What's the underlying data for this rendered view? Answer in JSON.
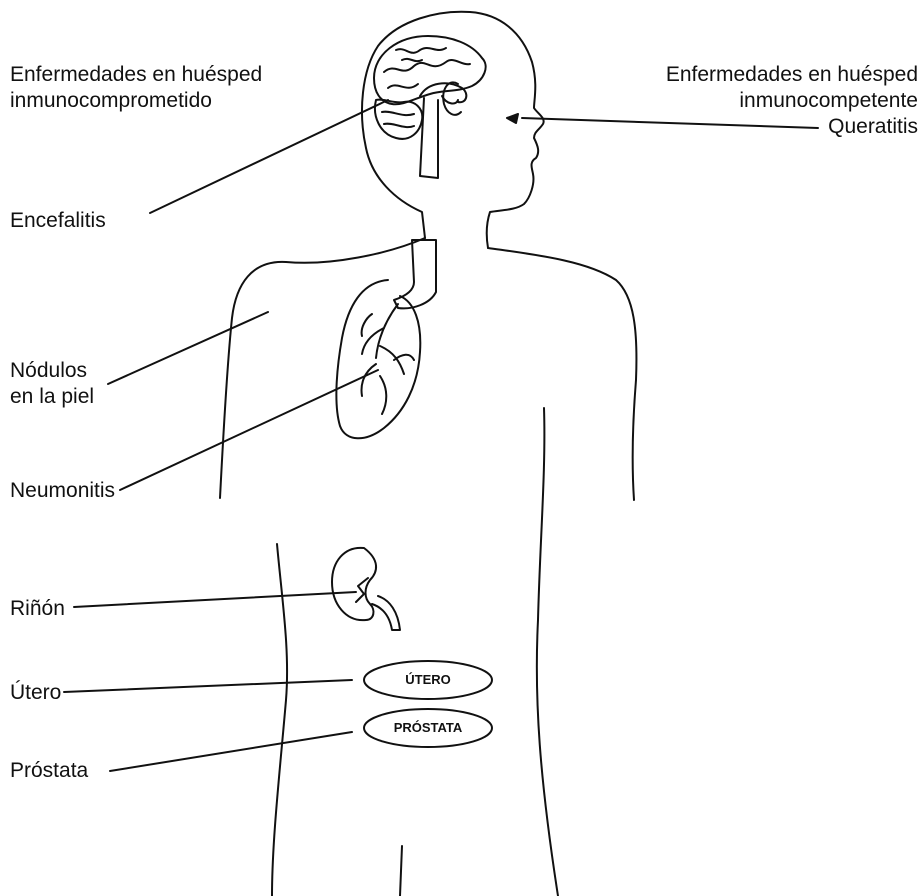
{
  "labels": {
    "immunocompromised": {
      "line1": "Enfermedades en huésped",
      "line2": "inmunocomprometido"
    },
    "immunocompetent": {
      "line1": "Enfermedades en huésped",
      "line2": "inmunocompetente"
    },
    "keratitis": "Queratitis",
    "encephalitis": "Encefalitis",
    "skin_nodules": {
      "line1": "Nódulos",
      "line2": "en la piel"
    },
    "pneumonitis": "Neumonitis",
    "kidney": "Riñón",
    "uterus": "Útero",
    "prostate": "Próstata"
  },
  "organ_ovals": {
    "uterus": "ÚTERO",
    "prostate": "PRÓSTATA"
  },
  "colors": {
    "ink": "#111111",
    "background": "#ffffff"
  }
}
